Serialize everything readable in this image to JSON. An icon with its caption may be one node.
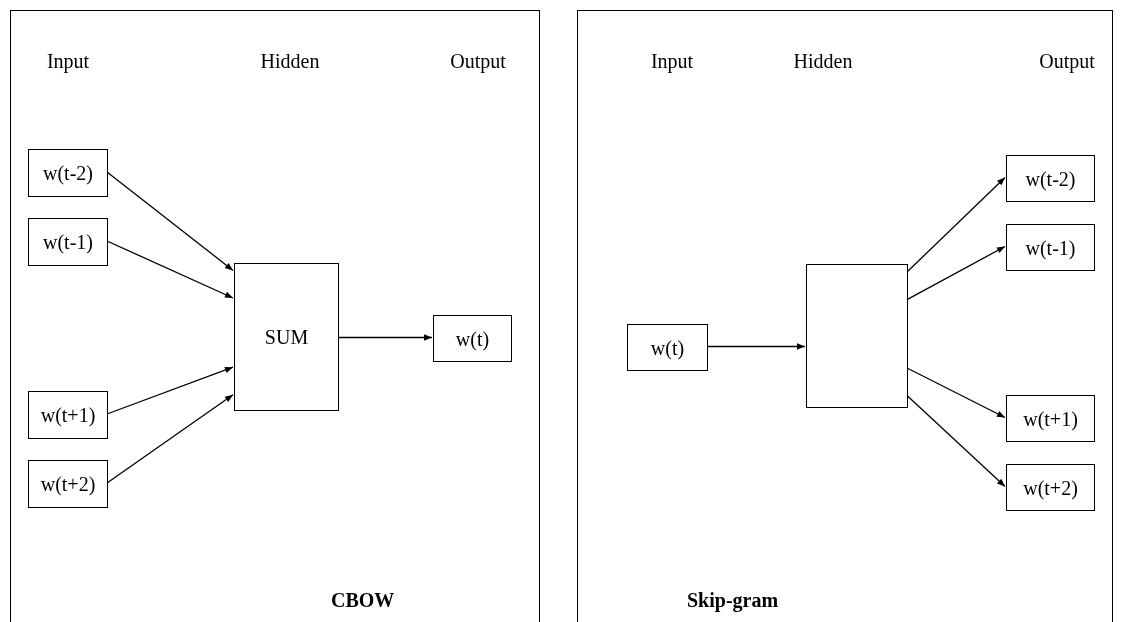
{
  "diagram": {
    "nodes": [
      {
        "text": [
          "CBOW"
        ]
      },
      {
        "text": [
          "w(t-2)"
        ],
        "in": 0
      },
      {
        "text": [
          "w(t-1)"
        ],
        "in": 0
      },
      {
        "text": [
          "w(t+1)"
        ],
        "in": 0
      },
      {
        "text": [
          "w(t+2)"
        ],
        "in": 0
      },
      {
        "text": [
          "SUM"
        ],
        "in": 0
      },
      {
        "text": [
          "w(t)"
        ],
        "in": 0
      },
      {
        "text": [
          "Skip-gram"
        ]
      },
      {
        "text": [
          "w(t)"
        ],
        "in": 7
      },
      {
        "text": [],
        "shape": "box",
        "in": 7
      },
      {
        "text": [
          "w(t-2)"
        ],
        "in": 7
      },
      {
        "text": [
          "w(t-1)"
        ],
        "in": 7
      },
      {
        "text": [
          "w(t+1)"
        ],
        "in": 7
      },
      {
        "text": [
          "w(t+2)"
        ],
        "in": 7
      }
    ],
    "edges": [
      {
        "from": 1,
        "to": 5,
        "arrow": "to"
      },
      {
        "from": 2,
        "to": 5,
        "arrow": "to"
      },
      {
        "from": 3,
        "to": 5,
        "arrow": "to"
      },
      {
        "from": 4,
        "to": 5,
        "arrow": "to"
      },
      {
        "from": 5,
        "to": 6,
        "arrow": "to"
      },
      {
        "from": 8,
        "to": 9,
        "arrow": "to"
      },
      {
        "from": 9,
        "to": 10,
        "arrow": "to"
      },
      {
        "from": 9,
        "to": 11,
        "arrow": "to"
      },
      {
        "from": 9,
        "to": 12,
        "arrow": "to"
      },
      {
        "from": 9,
        "to": 13,
        "arrow": "to"
      }
    ],
    "labels": [
      "Input",
      "Hidden",
      "Output",
      "Input",
      "Hidden",
      "Output"
    ]
  }
}
